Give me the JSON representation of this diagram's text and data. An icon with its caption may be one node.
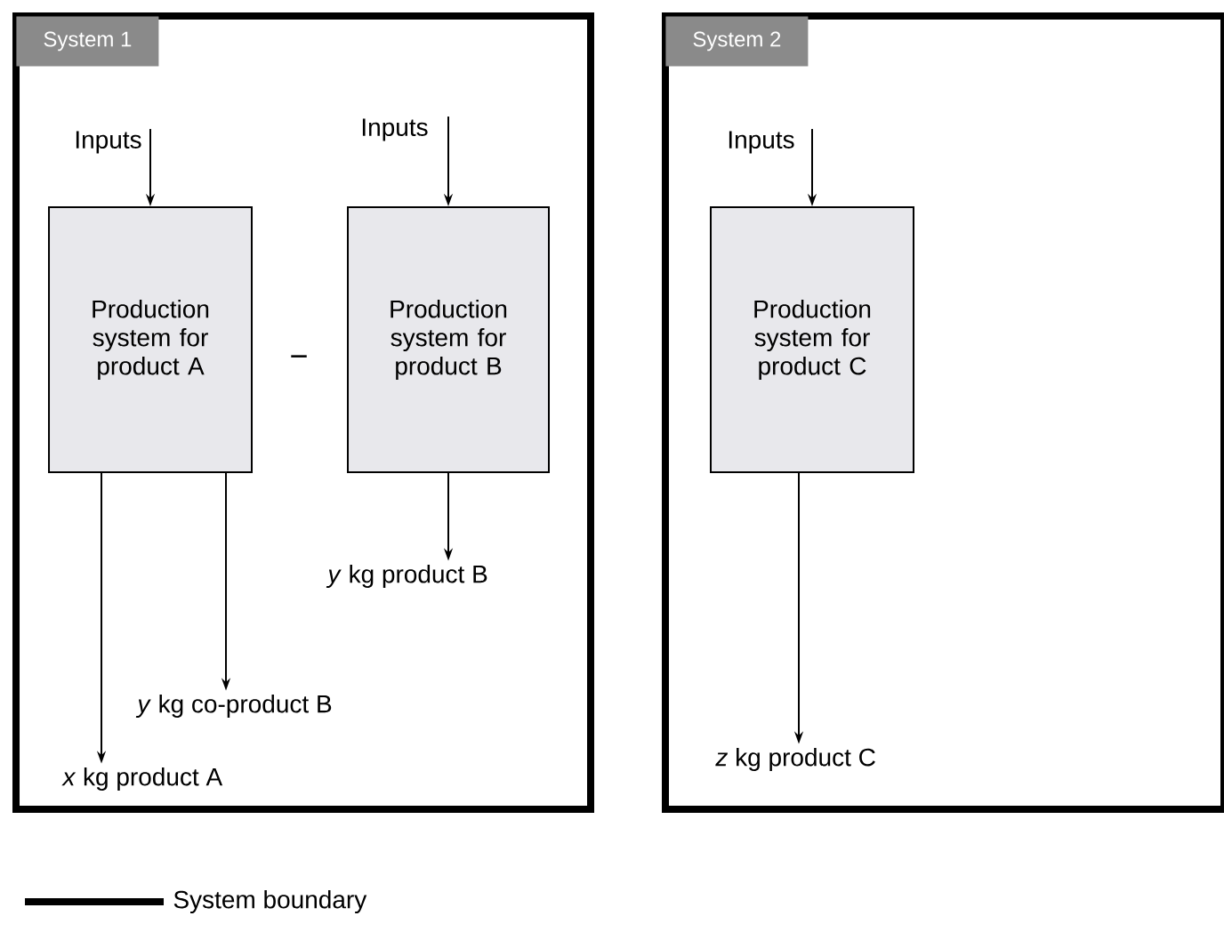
{
  "diagram": {
    "nodes": [
      {
        "text": [
          "System 1"
        ]
      },
      {
        "text": [
          "Inputs"
        ],
        "in": 0
      },
      {
        "text": [
          "Production system for product A"
        ],
        "in": 0
      },
      {
        "text": [
          "Inputs"
        ],
        "in": 0
      },
      {
        "text": [
          "Production system for product B"
        ],
        "in": 0
      },
      {
        "text": [
          "*x* kg product A"
        ],
        "in": 0
      },
      {
        "text": [
          "*y* kg co-product B"
        ],
        "in": 0
      },
      {
        "text": [
          "*y* kg product B"
        ],
        "in": 0
      },
      {
        "text": [
          "System 2"
        ]
      },
      {
        "text": [
          "Inputs"
        ],
        "in": 8
      },
      {
        "text": [
          "Production system for product C"
        ],
        "in": 8
      },
      {
        "text": [
          "*z* kg product C"
        ],
        "in": 8
      }
    ],
    "edges": [
      {
        "from": 1,
        "to": 2,
        "arrow": "to"
      },
      {
        "from": 3,
        "to": 4,
        "arrow": "to"
      },
      {
        "from": 9,
        "to": 10,
        "arrow": "to"
      },
      {
        "from": 2,
        "to": 5,
        "arrow": "to"
      },
      {
        "from": 2,
        "to": 6,
        "arrow": "to"
      },
      {
        "from": 4,
        "to": 7,
        "arrow": "to"
      },
      {
        "from": 10,
        "to": 11,
        "arrow": "to"
      }
    ],
    "labels": [
      "−"
    ],
    "legend": [
      {
        "text": "System boundary"
      }
    ]
  }
}
